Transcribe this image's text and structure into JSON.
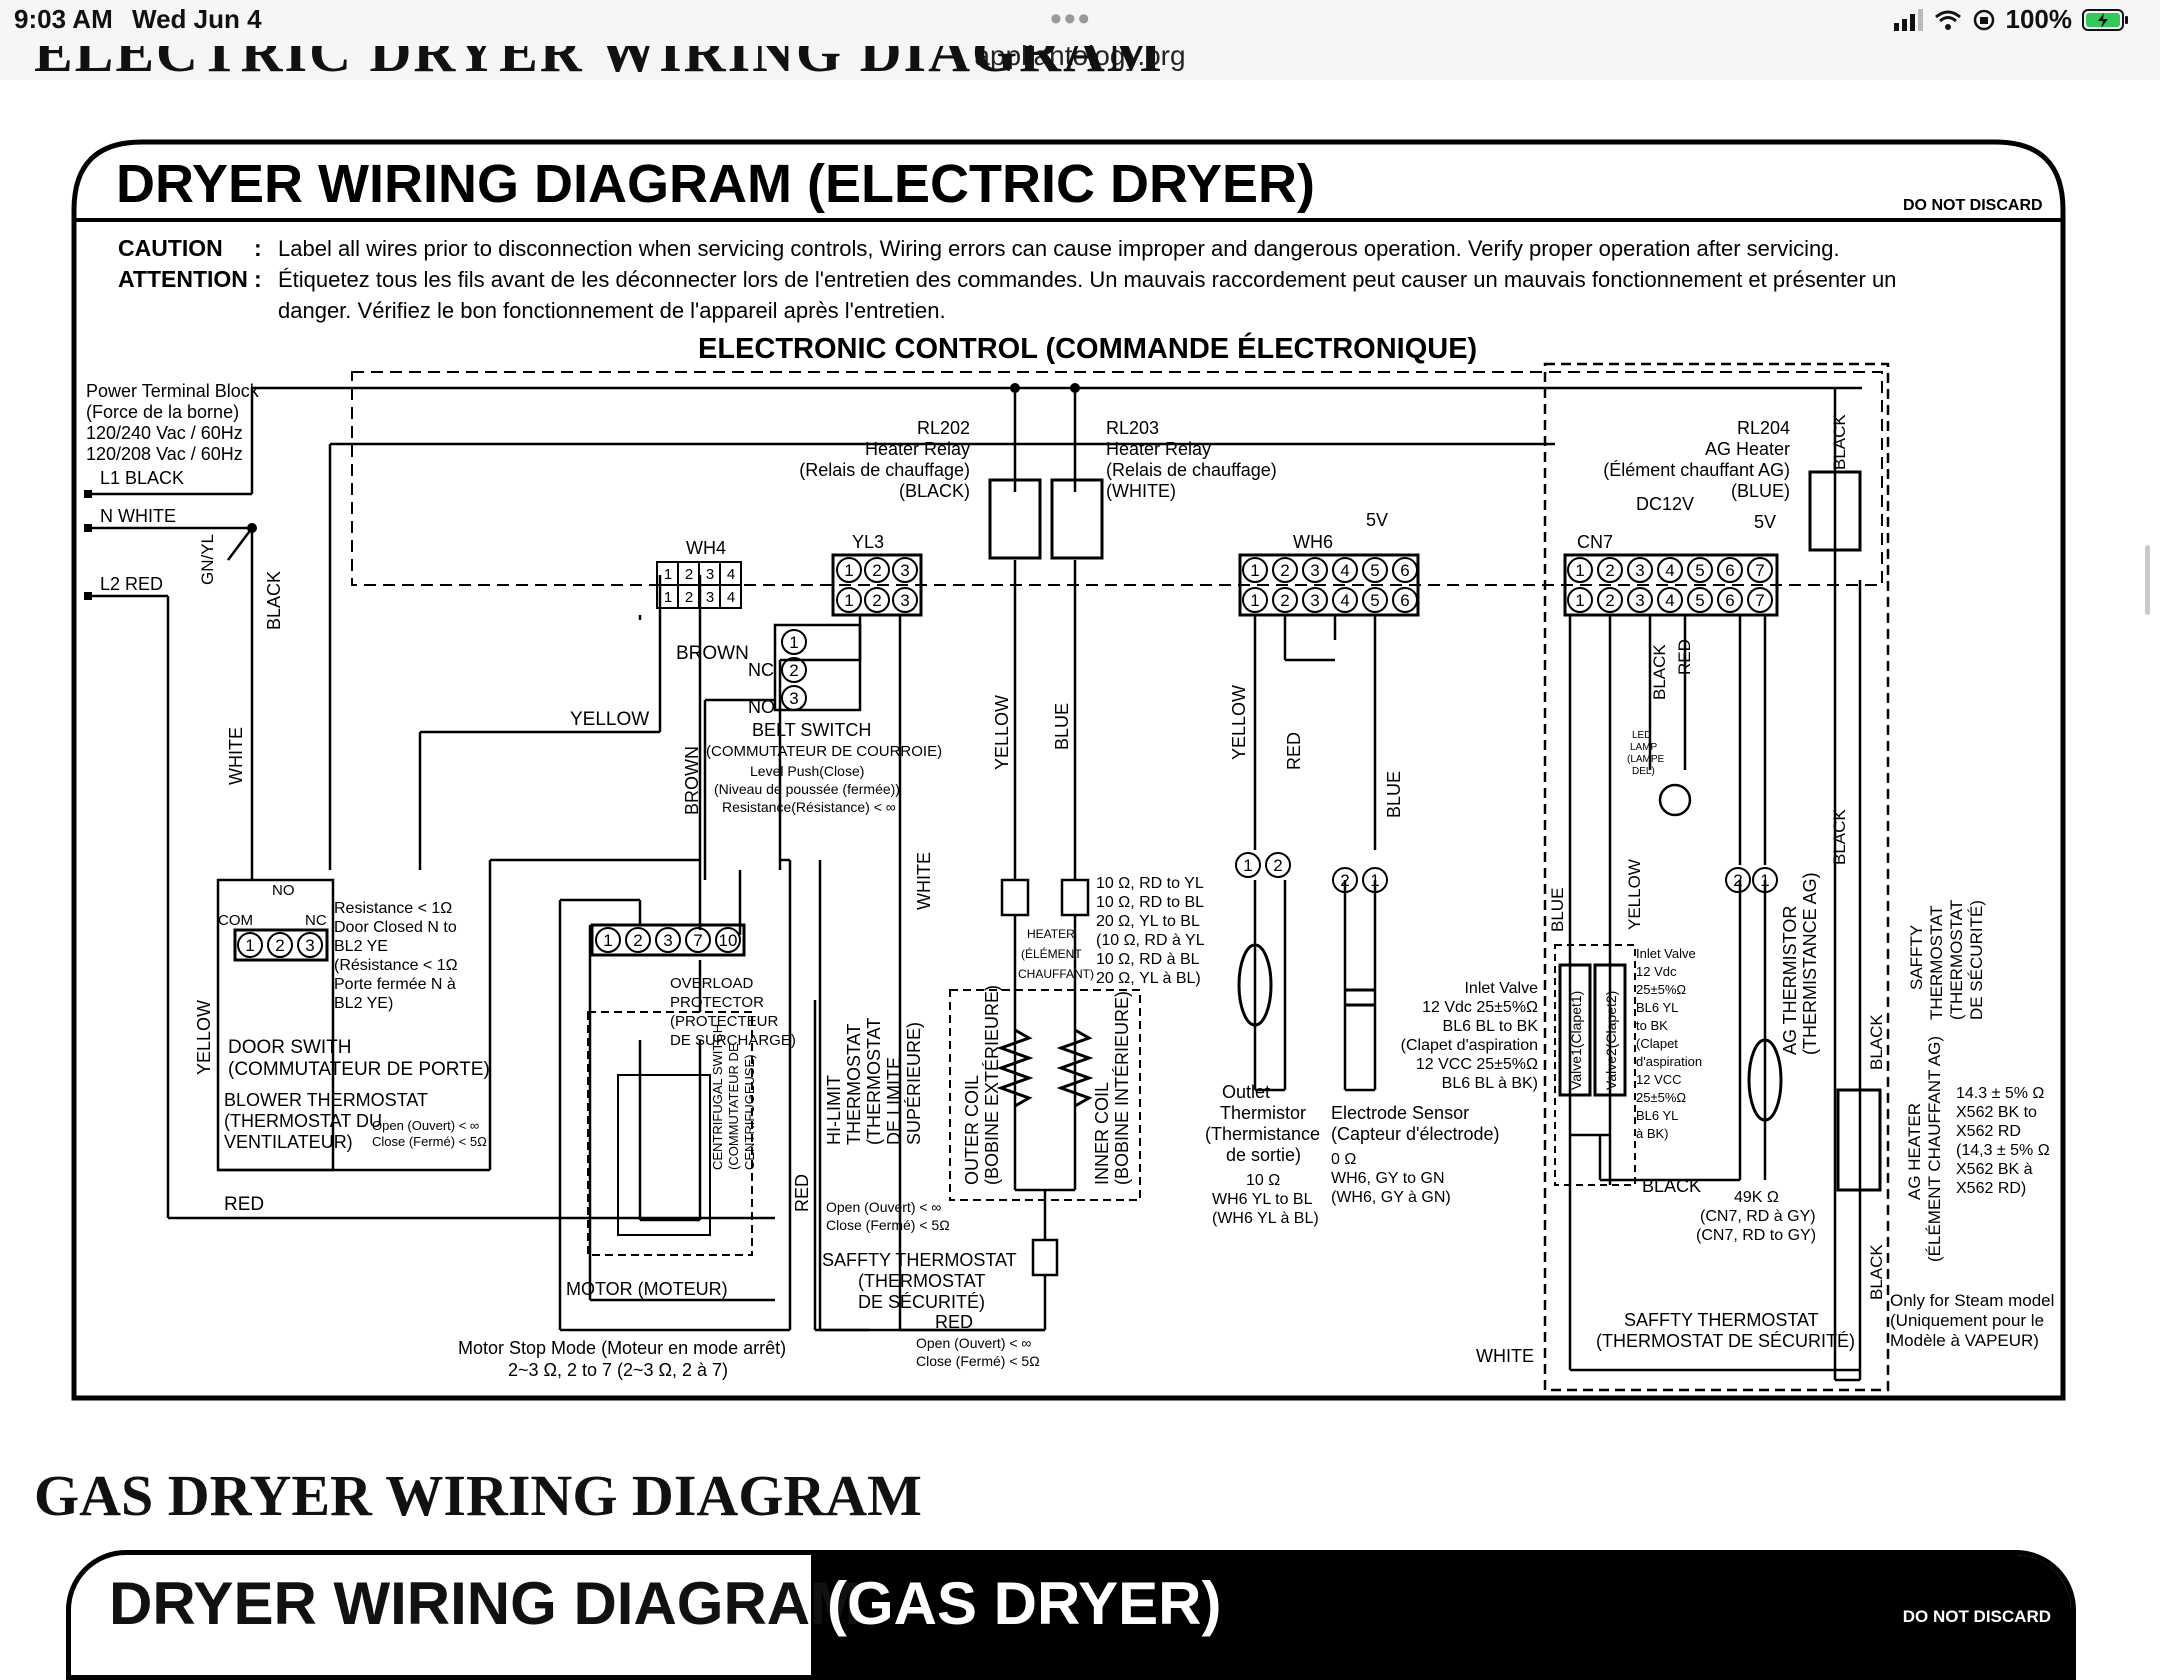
{
  "status_bar": {
    "time": "9:03 AM",
    "date": "Wed Jun 4",
    "url": "appliantology.org",
    "battery": "100%"
  },
  "page": {
    "electric_heading": "ELECTRIC DRYER WIRING DIAGRAM",
    "gas_heading": "GAS DRYER WIRING DIAGRAM",
    "gas_title_left": "DRYER WIRING DIAGRAM",
    "gas_title_right": "(GAS DRYER)",
    "gas_do_not_discard": "DO NOT DISCARD"
  },
  "diagram": {
    "title": "DRYER WIRING DIAGRAM (ELECTRIC DRYER)",
    "do_not_discard": "DO NOT DISCARD",
    "caution_label": "CAUTION",
    "caution_text": "Label all wires prior to disconnection when servicing controls, Wiring errors can cause improper and dangerous operation. Verify proper operation after servicing.",
    "attention_label": "ATTENTION",
    "attention_text_1": "Étiquetez tous les fils avant de les déconnecter lors de l'entretien des commandes. Un mauvais raccordement peut causer un mauvais fonctionnement et présenter un",
    "attention_text_2": "danger. Vérifiez le bon fonctionnement de l'appareil après l'entretien.",
    "control_title": "ELECTRONIC CONTROL (COMMANDE ÉLECTRONIQUE)",
    "power_block": [
      "Power Terminal Block",
      "(Force de la borne)",
      "120/240 Vac / 60Hz",
      "120/208 Vac / 60Hz"
    ],
    "l1": "L1  BLACK",
    "n": "N   WHITE",
    "l2": "L2  RED",
    "gnyl": "GN/YL",
    "wire_black": "BLACK",
    "wire_white": "WHITE",
    "wire_yellow": "YELLOW",
    "wire_brown": "BROWN",
    "wire_red": "RED",
    "wire_blue": "BLUE",
    "wh4": "WH4",
    "yl3": "YL3",
    "wh6": "WH6",
    "cn7": "CN7",
    "v5": "5V",
    "dc12v": "DC12V",
    "rl202": [
      "RL202",
      "Heater Relay",
      "(Relais de chauffage)",
      "(BLACK)"
    ],
    "rl203": [
      "RL203",
      "Heater Relay",
      "(Relais de chauffage)",
      "(WHITE)"
    ],
    "rl204": [
      "RL204",
      "AG Heater",
      "(Élément chauffant AG)",
      "(BLUE)"
    ],
    "nc": "NC",
    "no": "NO",
    "com": "COM",
    "belt_switch": [
      "BELT SWITCH",
      "(COMMUTATEUR DE COURROIE)",
      "Level Push(Close)",
      "(Niveau de poussée (fermée))",
      "Resistance(Résistance) < ∞"
    ],
    "door_resistance": [
      "Resistance < 1Ω",
      "Door Closed N to",
      "BL2 YE",
      "(Résistance < 1Ω",
      "Porte fermée N à",
      "BL2 YE)"
    ],
    "door_switch": [
      "DOOR SWITH",
      "(COMMUTATEUR DE PORTE)"
    ],
    "blower_thermostat": [
      "BLOWER THERMOSTAT",
      "(THERMOSTAT DU",
      "VENTILATEUR)"
    ],
    "open_close": [
      "Open (Ouvert) < ∞",
      "Close (Fermé) < 5Ω"
    ],
    "overload": [
      "OVERLOAD",
      "PROTECTOR",
      "(PROTECTEUR",
      "DE SURCHARGE)"
    ],
    "centrifugal": [
      "CENTRIFUGAL SWITCH",
      "(COMMUTATEUR DE",
      "CENTRIFUGEUSE)"
    ],
    "motor": [
      "MOTOR (MOTEUR)",
      "Motor Stop Mode (Moteur en mode arrêt)",
      "2~3 Ω, 2 to 7 (2~3 Ω, 2 à 7)"
    ],
    "hi_limit": [
      "HI-LIMIT",
      "THERMOSTAT",
      "(THERMOSTAT",
      "DE LIMITE",
      "SUPÉRIEURE)"
    ],
    "outer_coil": [
      "OUTER COIL",
      "(BOBINE EXTÉRIEURE)"
    ],
    "inner_coil": [
      "INNER COIL",
      "(BOBINE INTÉRIEURE)"
    ],
    "heater_label": [
      "HEATER",
      "(ÉLÉMENT",
      "CHAUFFANT)"
    ],
    "heater_resistance": [
      "10 Ω, RD to YL",
      "10 Ω, RD to BL",
      "20 Ω, YL to BL",
      "(10 Ω, RD à YL",
      "10 Ω, RD à BL",
      "20 Ω, YL à BL)"
    ],
    "safety_thermostat": [
      "SAFFTY THERMOSTAT",
      "(THERMOSTAT",
      "DE SÉCURITÉ)"
    ],
    "outlet_thermistor": [
      "Outlet",
      "Thermistor",
      "(Thermistance",
      "de sortie)",
      "10 Ω",
      "WH6 YL to BL",
      "(WH6 YL à BL)"
    ],
    "electrode": [
      "Electrode Sensor",
      "(Capteur d'électrode)",
      "0 Ω",
      "WH6, GY to GN",
      "(WH6, GY à GN)"
    ],
    "inlet_valve": [
      "Inlet Valve",
      "12 Vdc 25±5%Ω",
      "BL6 BL to BK",
      "(Clapet d'aspiration",
      "12 VCC 25±5%Ω",
      "BL6 BL à BK)"
    ],
    "inlet_valve_small": [
      "Inlet Valve",
      "12 Vdc",
      "25±5%Ω",
      "BL6 YL",
      "to BK",
      "(Clapet",
      "d'aspiration",
      "12 VCC",
      "25±5%Ω",
      "BL6 YL",
      "à BK)"
    ],
    "valve1": "Valve1(Clapet1)",
    "valve2": "Valve2(Clapet2)",
    "led_lamp": [
      "LED",
      "LAMP",
      "(LAMPE",
      "DEL)"
    ],
    "ag_thermistor": [
      "AG THERMISTOR",
      "(THERMISTANCE AG)"
    ],
    "thermistor_49k": [
      "49K Ω",
      "(CN7, RD à GY)",
      "(CN7, RD to GY)"
    ],
    "ag_heater": [
      "AG HEATER",
      "(ÉLÉMENT CHAUFFANT AG)"
    ],
    "ag_heater_resistance": [
      "14.3 ± 5% Ω",
      "X562 BK to",
      "X562 RD",
      "(14,3 ± 5% Ω",
      "X562 BK à",
      "X562 RD)"
    ],
    "safety_thermostat_right": [
      "SAFFTY",
      "THERMOSTAT",
      "(THERMOSTAT",
      "DE SÉCURITÉ)"
    ],
    "safety_thermostat_bottom": [
      "SAFFTY THERMOSTAT",
      "(THERMOSTAT DE SÉCURITÉ)"
    ],
    "steam_note": [
      "Only for Steam model",
      "(Uniquement pour le",
      "Modèle à VAPEUR)"
    ]
  }
}
